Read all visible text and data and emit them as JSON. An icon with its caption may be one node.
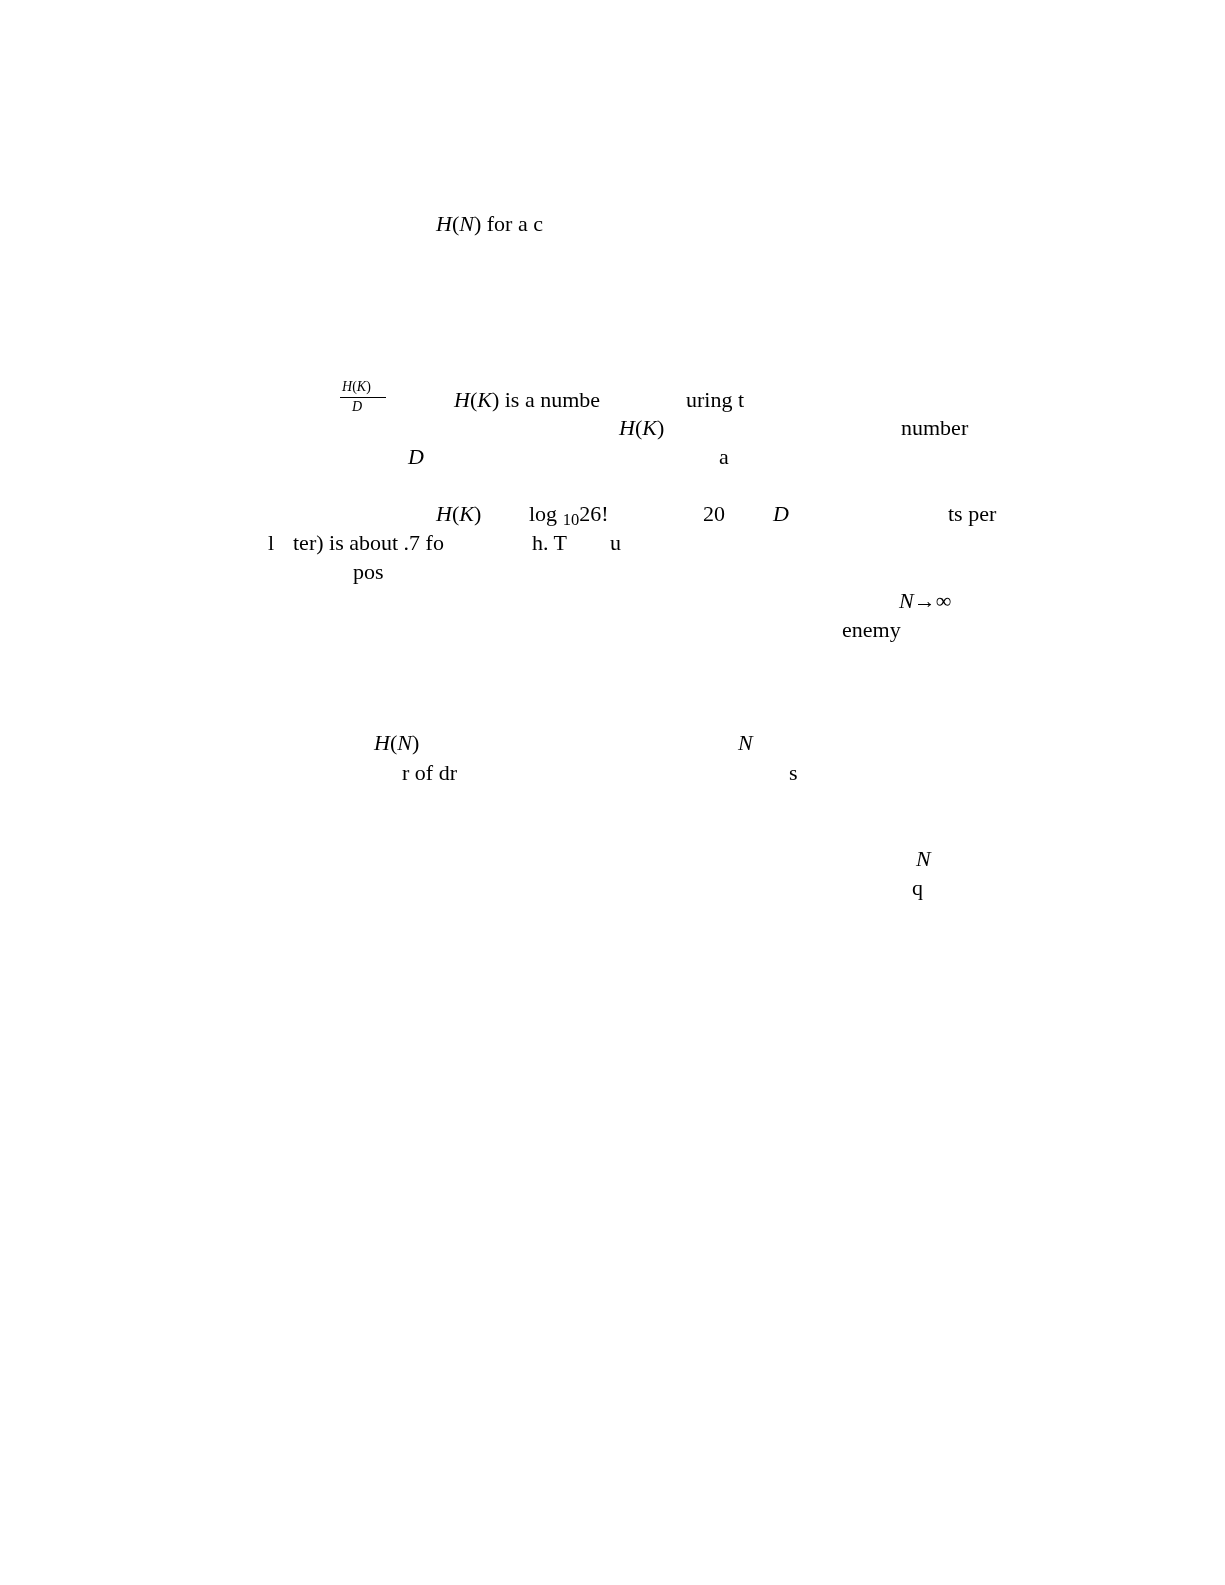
{
  "diagram": {
    "labels": [
      "*H*(*N*) for a c",
      "*H*(*K*)",
      "*D*",
      "*H*(*K*) is a numbe",
      "uring t",
      "*H*(*K*)",
      "number",
      "*D*",
      "a",
      "*H*(*K*)",
      "log $_{10}$26!",
      "20",
      "*D*",
      "ts per",
      "l",
      "ter) is about .7 fo",
      "h. T",
      "u",
      "pos",
      "*N*→∞",
      "enemy",
      "*H*(*N*)",
      "*N*",
      "r of dr",
      "s",
      "*N*",
      "q"
    ]
  }
}
